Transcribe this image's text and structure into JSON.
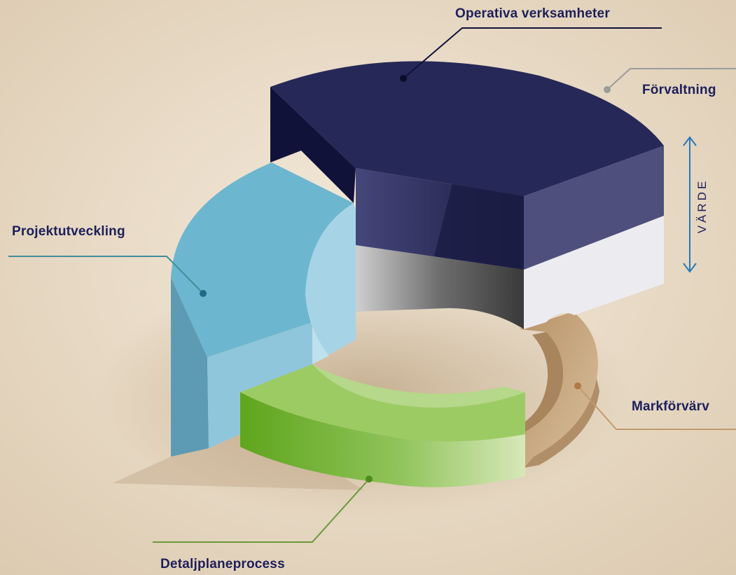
{
  "labels": {
    "operativa": "Operativa verksamheter",
    "forvaltning": "Förvaltning",
    "projektutveckling": "Projektutveckling",
    "markforvarv": "Markförvärv",
    "detaljplaneprocess": "Detaljplaneprocess",
    "varde": "VÄRDE"
  },
  "colors": {
    "background": "#e9dcc8",
    "operativa": "#262857",
    "forvaltning": "#ececf0",
    "projektutveckling": "#6cb6d0",
    "markforvarv": "#c8a67f",
    "detaljplaneprocess": "#8dc34e",
    "label_text": "#1d1f5a",
    "varde_arrow": "#2778b7"
  },
  "icons": {
    "varde_arrow": "double-headed-vertical-arrow-icon"
  }
}
